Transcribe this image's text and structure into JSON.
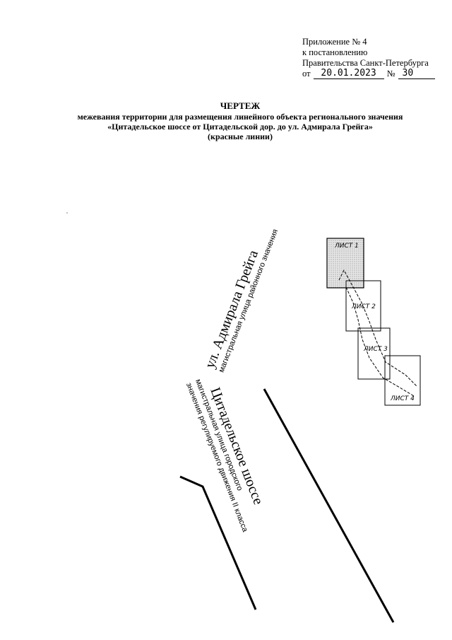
{
  "approval": {
    "line1": "Приложение № 4",
    "line2": "к постановлению",
    "line3": "Правительства Санкт-Петербурга",
    "from_label": "от",
    "date": "20.01.2023",
    "number_label": "№",
    "number": "30"
  },
  "title": {
    "main": "ЧЕРТЕЖ",
    "line1": "межевания территории для размещения линейного объекта регионального значения",
    "line2": "«Цитадельское шоссе от Цитадельской дор. до ул. Адмирала Грейга»",
    "line3": "(красные линии)"
  },
  "streets": {
    "admiral_name": "ул. Адмирала Грейга",
    "admiral_desc": "магистральная улица районного значения",
    "citadel_name": "Цитадельское шоссе",
    "citadel_desc_1": "магистральная улица городского",
    "citadel_desc_2": "значения регулируемого движения II класса"
  },
  "sheets": [
    {
      "label": "ЛИСТ 1"
    },
    {
      "label": "ЛИСТ 2"
    },
    {
      "label": "ЛИСТ 3"
    },
    {
      "label": "ЛИСТ 4"
    }
  ]
}
